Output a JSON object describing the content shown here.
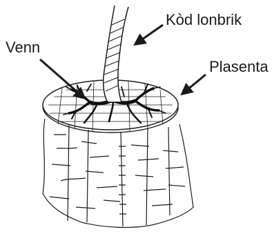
{
  "labels": {
    "vein": "Venn",
    "umbilical_cord": "Kòd lonbrik",
    "placenta": "Plasenta"
  },
  "colors": {
    "ink": "#1a1a1a",
    "background": "#ffffff"
  }
}
